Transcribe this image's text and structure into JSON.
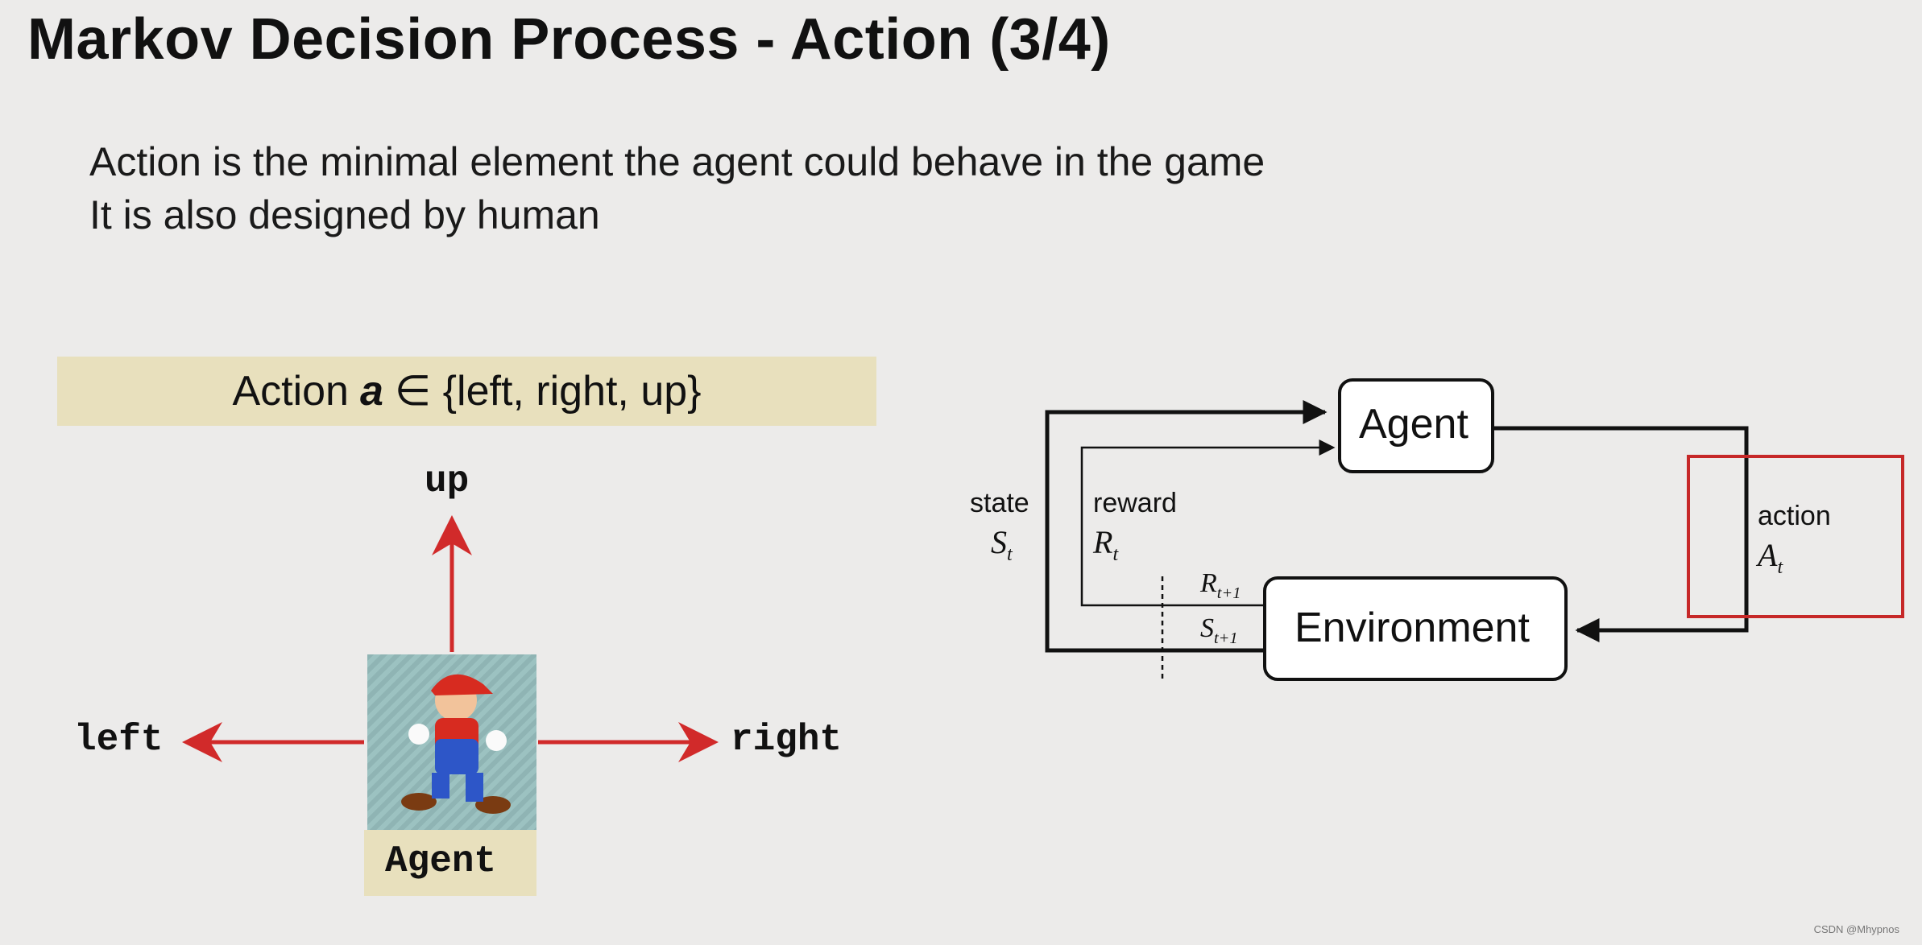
{
  "slide": {
    "title": "Markov Decision Process - Action (3/4)",
    "bullets": [
      "Action is the minimal element the agent could behave in the game",
      "It is also designed by human"
    ]
  },
  "action_set": {
    "prefix": "Action",
    "symbol": "a",
    "set": "∈ {left, right, up}"
  },
  "mario_panel": {
    "up_label": "up",
    "left_label": "left",
    "right_label": "right",
    "agent_label": "Agent"
  },
  "rl_loop": {
    "agent_box": "Agent",
    "environment_box": "Environment",
    "state_word": "state",
    "state_symbol": "S",
    "state_sub": "t",
    "reward_word": "reward",
    "reward_symbol": "R",
    "reward_sub": "t",
    "action_word": "action",
    "action_symbol": "A",
    "action_sub": "t",
    "next_reward_symbol": "R",
    "next_reward_sub": "t+1",
    "next_state_symbol": "S",
    "next_state_sub": "t+1",
    "highlight_color": "#c62828"
  },
  "footer": {
    "credit": "CSDN @Mhypnos"
  },
  "colors": {
    "arrow_red": "#d12a2a",
    "banner_bg": "#e8e0bd",
    "background": "#ecebea"
  }
}
